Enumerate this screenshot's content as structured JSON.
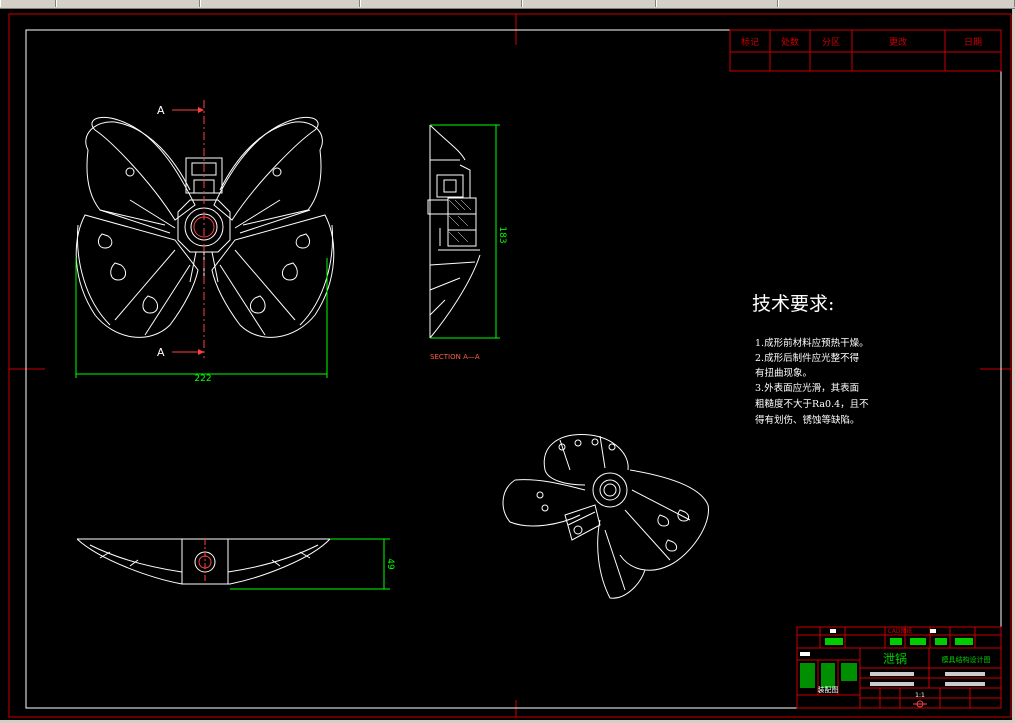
{
  "window": {
    "toolbar_segments": 7
  },
  "revision_table": {
    "headers": [
      "标记",
      "处数",
      "分区",
      "更改",
      "日期"
    ]
  },
  "drawing": {
    "section_label": "A",
    "section_caption": "SECTION A—A",
    "dim_width": "222",
    "dim_height_section": "183",
    "dim_height_side": "49"
  },
  "tech_requirements": {
    "title": "技术要求:",
    "lines": [
      "1.成形前材料应预热干燥。",
      "2.成形后制件应光整不得",
      "有扭曲现象。",
      "3.外表面应光滑，其表面",
      "粗糙度不大于Ra0.4，且不",
      "得有划伤、锈蚀等缺陷。"
    ]
  },
  "title_block": {
    "part_name": "泄锅",
    "drawing_title": "模具结构设计图",
    "assembly_label": "装配图",
    "scale": "1:1",
    "stamp_text": "CAD图纸"
  },
  "colors": {
    "frame": "#cc0000",
    "outline": "#ffffff",
    "dimension": "#00ff00",
    "background": "#000000"
  }
}
